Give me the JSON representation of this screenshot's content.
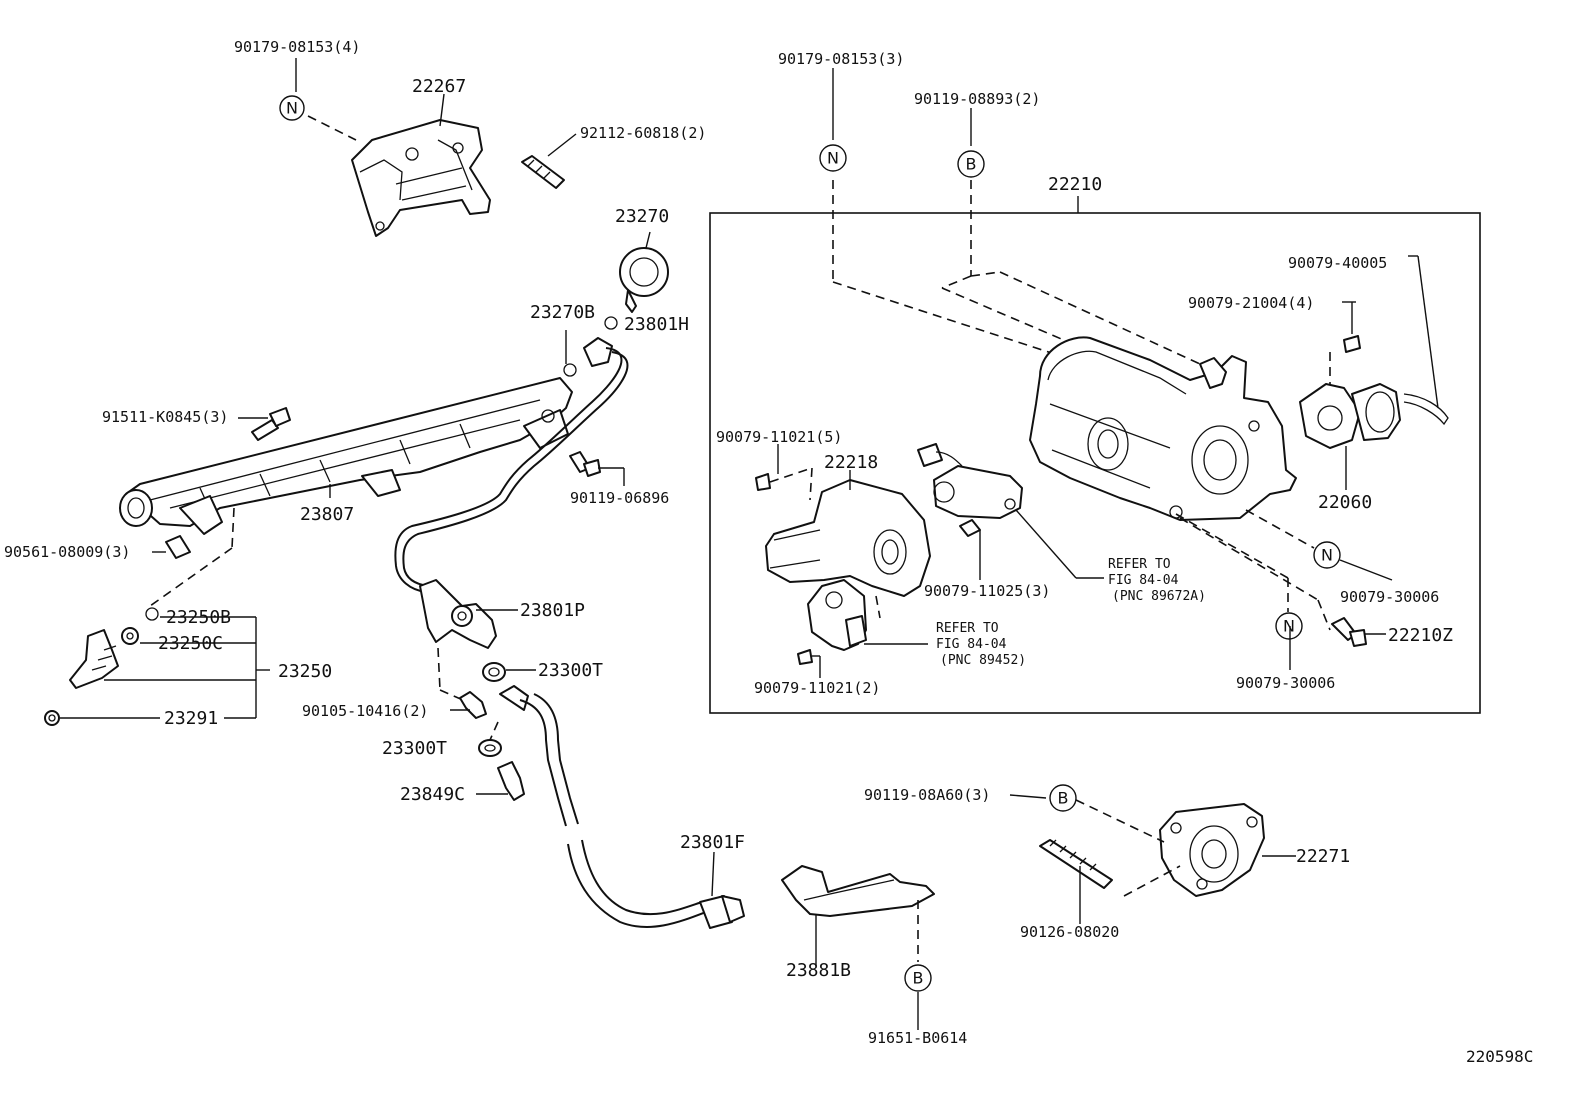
{
  "drawing_id": "220598C",
  "labels": {
    "p22267": "22267",
    "p90179_08153_4": "90179-08153(4)",
    "p92112_60818_2": "92112-60818(2)",
    "p23270": "23270",
    "p23270B": "23270B",
    "p23801H": "23801H",
    "p91511_K0845_3": "91511-K0845(3)",
    "p23807": "23807",
    "p90119_06896": "90119-06896",
    "p90561_08009_3": "90561-08009(3)",
    "p23250B": "23250B",
    "p23250C": "23250C",
    "p23250": "23250",
    "p23291": "23291",
    "p23801P": "23801P",
    "p23300T_a": "23300T",
    "p90105_10416_2": "90105-10416(2)",
    "p23300T_b": "23300T",
    "p23849C": "23849C",
    "p23801F": "23801F",
    "p23881B": "23881B",
    "p91651_B0614": "91651-B0614",
    "p90179_08153_3": "90179-08153(3)",
    "p90119_08893_2": "90119-08893(2)",
    "p22210": "22210",
    "p90079_40005": "90079-40005",
    "p90079_21004_4": "90079-21004(4)",
    "p90079_11021_5": "90079-11021(5)",
    "p22218": "22218",
    "p22060": "22060",
    "p90079_11025_3": "90079-11025(3)",
    "p90079_30006_a": "90079-30006",
    "p22210Z": "22210Z",
    "p90079_30006_b": "90079-30006",
    "p90079_11021_2": "90079-11021(2)",
    "p90119_08A60_3": "90119-08A60(3)",
    "p22271": "22271",
    "p90126_08020": "90126-08020"
  },
  "refer_notes": {
    "a": {
      "l1": "REFER TO",
      "l2": "FIG 84-04",
      "l3": "(PNC 89672A)"
    },
    "b": {
      "l1": "REFER TO",
      "l2": "FIG 84-04",
      "l3": "(PNC 89452)"
    }
  },
  "markers": {
    "n": "N",
    "b": "B"
  }
}
